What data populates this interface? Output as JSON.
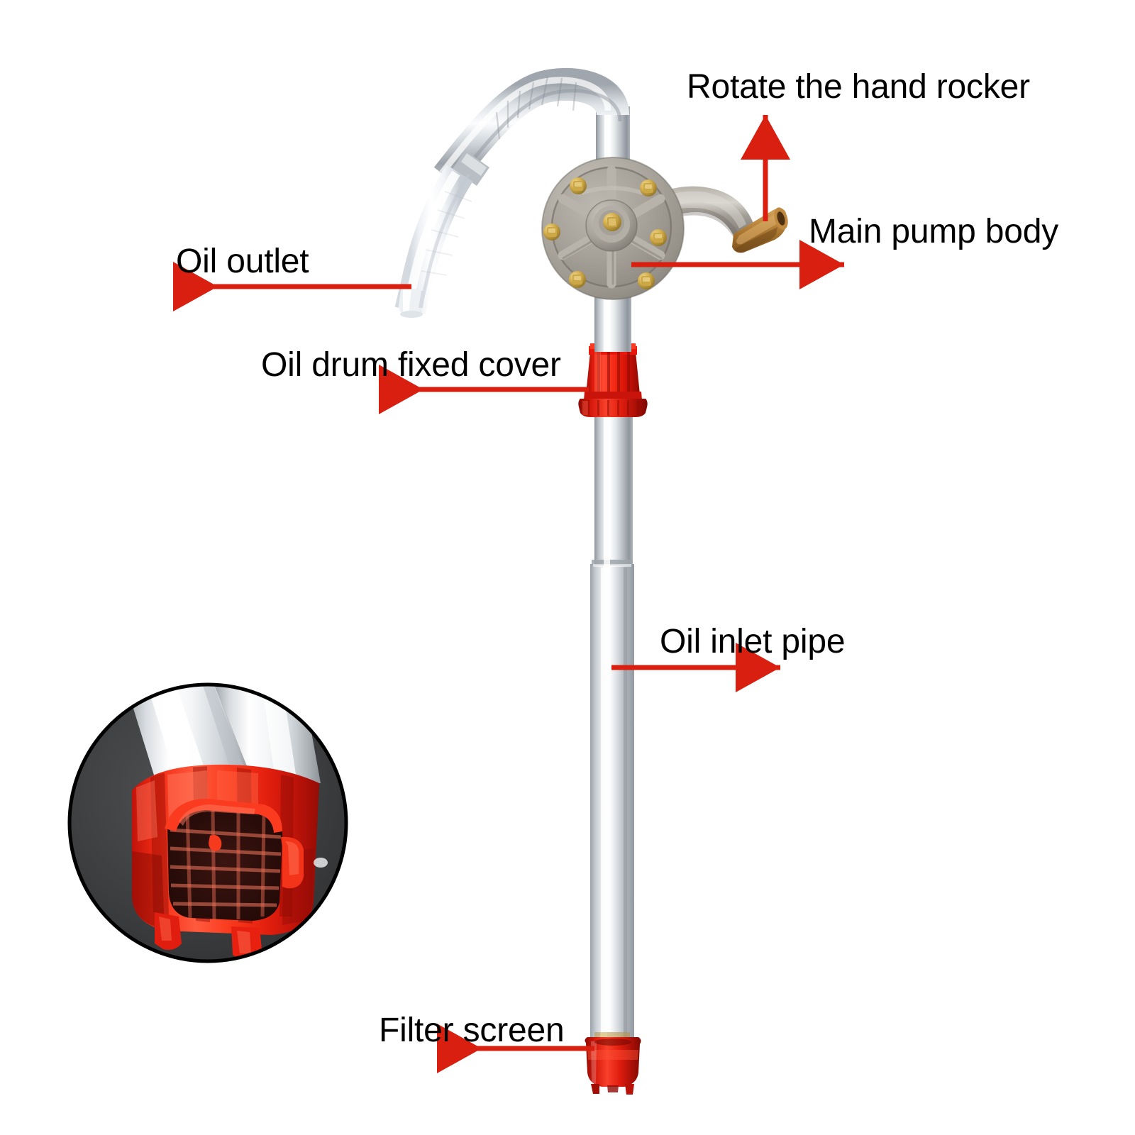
{
  "diagram": {
    "title": "Rotary hand drum pump annotated parts diagram",
    "background_color": "#ffffff",
    "arrow_color": "#d81f10",
    "label_color": "#000000",
    "callouts": [
      {
        "id": "rotate-hand-rocker",
        "label": "Rotate the hand rocker",
        "arrow_direction": "up",
        "points_to": "wooden-crank-handle"
      },
      {
        "id": "main-pump-body",
        "label": "Main pump body",
        "arrow_direction": "right",
        "points_to": "pump-housing"
      },
      {
        "id": "oil-outlet",
        "label": "Oil outlet",
        "arrow_direction": "left",
        "points_to": "discharge-hose-nozzle"
      },
      {
        "id": "oil-drum-fixed-cover",
        "label": "Oil drum fixed cover",
        "arrow_direction": "left",
        "points_to": "red-drum-bung-adapter"
      },
      {
        "id": "oil-inlet-pipe",
        "label": "Oil inlet pipe",
        "arrow_direction": "right",
        "points_to": "suction-tube"
      },
      {
        "id": "filter-screen",
        "label": "Filter screen",
        "arrow_direction": "left",
        "points_to": "red-strainer-cap"
      }
    ],
    "parts": {
      "outlet_hose": {
        "name": "discharge hose",
        "material_color": "#f3f5f8"
      },
      "outlet_spout": {
        "name": "curved aluminum spout",
        "material_color": "#c3c8ce"
      },
      "pump_body": {
        "name": "cast aluminum pump housing",
        "material_color": "#a7a39b",
        "bolt_color": "#c9a33c",
        "bolt_count": 6
      },
      "crank_arm": {
        "name": "crank lever",
        "material_color": "#9b9892"
      },
      "crank_handle": {
        "name": "wooden handle",
        "material_color": "#b07a33"
      },
      "drum_cover": {
        "name": "oil drum fixed cover",
        "material_color": "#ee2017"
      },
      "inlet_pipe": {
        "name": "telescoping aluminum suction tube",
        "material_color": "#cfd3d8"
      },
      "filter_cap": {
        "name": "red filter strainer cap",
        "material_color": "#d51408"
      }
    },
    "inset": {
      "id": "filter-screen-closeup",
      "shape": "circle",
      "caption": "",
      "background_color": "#3b3d3f",
      "border_color": "#000000",
      "subject": "Red filter screen cap mounted on aluminum pipe end",
      "pipe_color": "#e8eaec",
      "cap_color": "#f5270e",
      "mesh_color": "#2b0c08"
    }
  }
}
